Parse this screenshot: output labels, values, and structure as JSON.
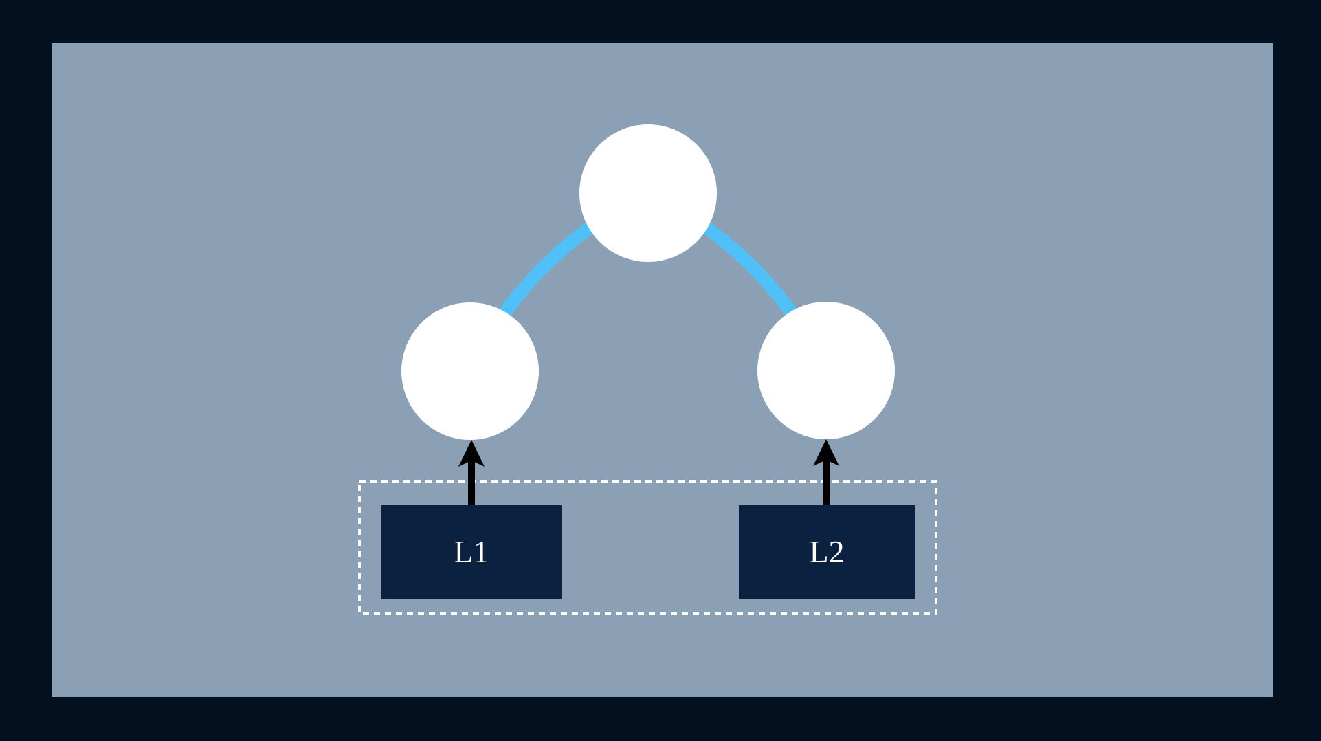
{
  "colors": {
    "outer_background": "#031020",
    "panel_background": "#8B9FB5",
    "node_fill": "#FFFFFF",
    "edge_blue": "#4FC1F8",
    "label_box_fill": "#0A2240",
    "label_text": "#FFFFFF",
    "arrow_black": "#000000",
    "dashed_border": "#FFFFFF"
  },
  "diagram": {
    "description": "Tree of three blank circular nodes; two leaf nodes fed by labeled input boxes grouped in a dashed rectangle",
    "nodes": [
      {
        "id": "root-node",
        "label": ""
      },
      {
        "id": "left-node",
        "label": ""
      },
      {
        "id": "right-node",
        "label": ""
      }
    ],
    "inputs": [
      {
        "label": "L1",
        "feeds": "left-node"
      },
      {
        "label": "L2",
        "feeds": "right-node"
      }
    ]
  }
}
